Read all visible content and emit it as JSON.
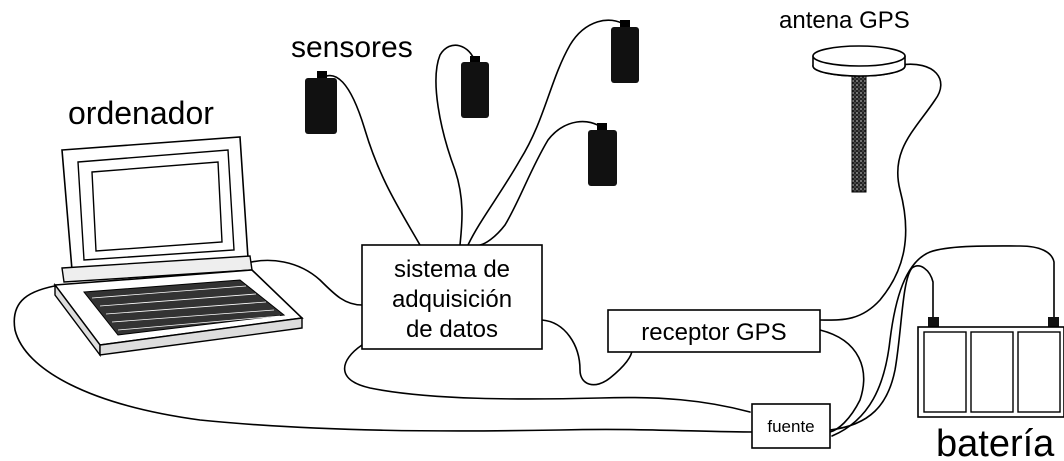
{
  "labels": {
    "ordenador": "ordenador",
    "sensores": "sensores",
    "antena": "antena GPS",
    "sistema_line1": "sistema de",
    "sistema_line2": "adquisición",
    "sistema_line3": "de datos",
    "receptor": "receptor GPS",
    "fuente": "fuente",
    "bateria": "batería"
  }
}
